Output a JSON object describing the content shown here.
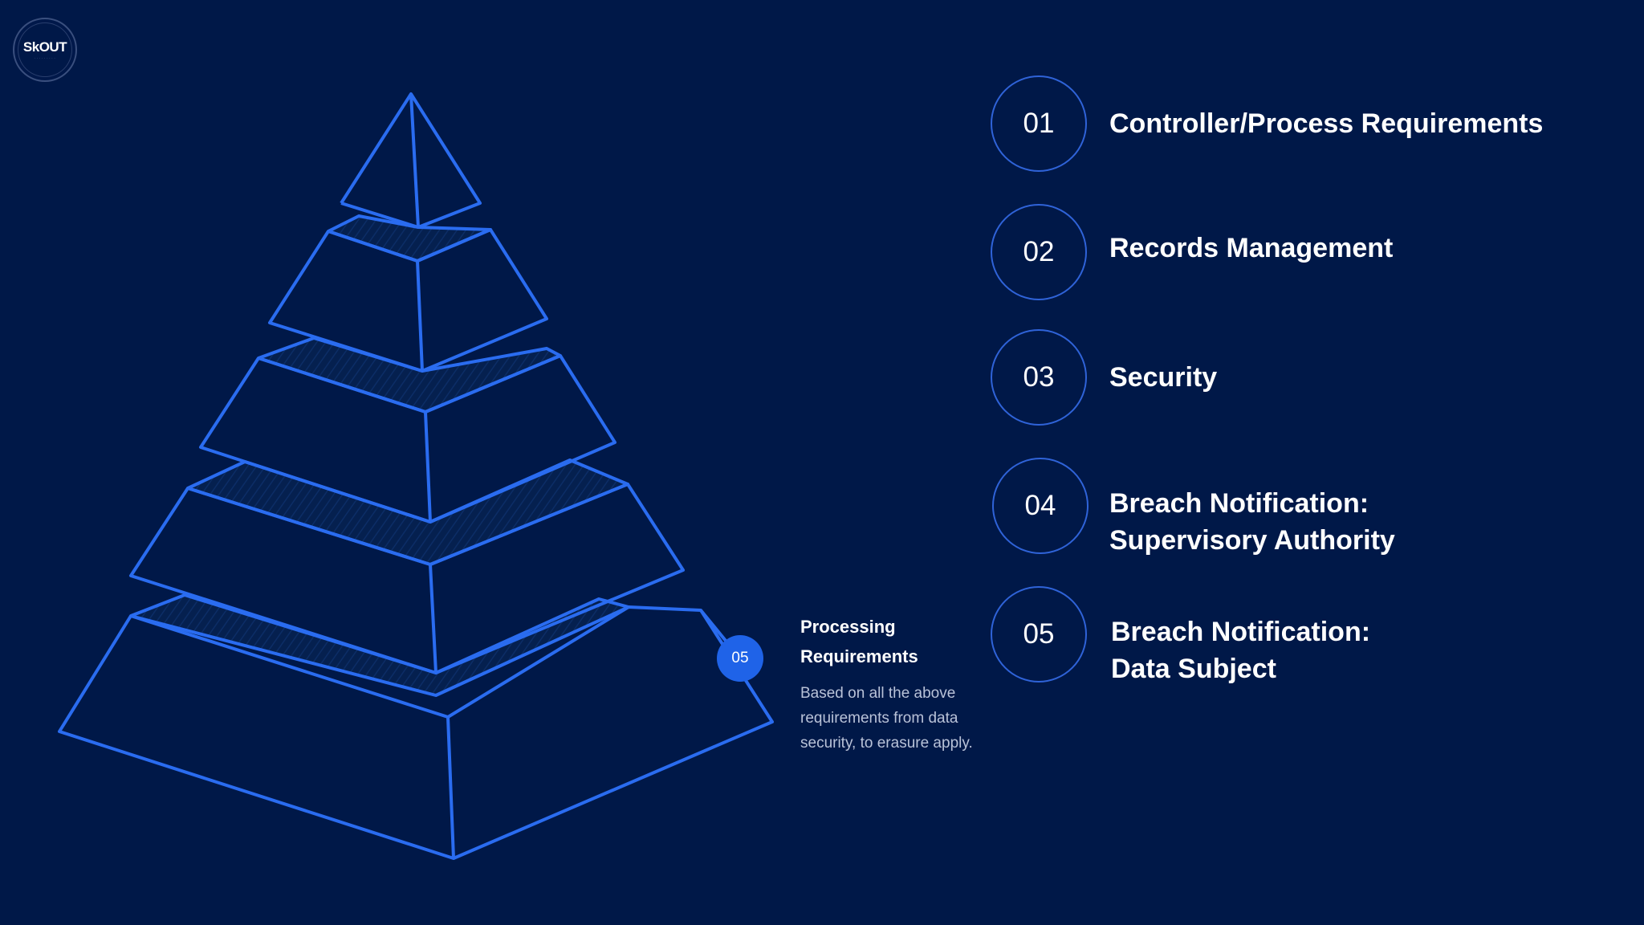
{
  "logo": {
    "text": "SkOUT"
  },
  "callout": {
    "number": "05",
    "title": "Processing\nRequirements",
    "description": "Based on all the above requirements from data security, to erasure apply."
  },
  "items": [
    {
      "number": "01",
      "label": "Controller/Process Requirements"
    },
    {
      "number": "02",
      "label": "Records Management"
    },
    {
      "number": "03",
      "label": "Security"
    },
    {
      "number": "04",
      "label": "Breach Notification:\nSupervisory Authority"
    },
    {
      "number": "05",
      "label": "Breach Notification:\nData Subject"
    }
  ],
  "colors": {
    "background": "#001848",
    "accent": "#2a6cf0",
    "callout_fill": "#1f63e8"
  }
}
